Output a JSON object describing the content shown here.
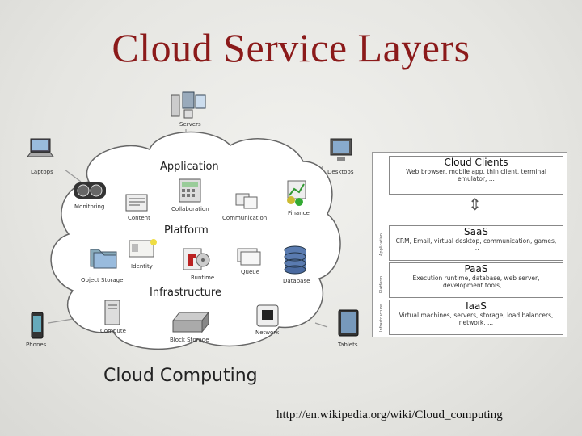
{
  "title": "Cloud Service Layers",
  "footer_title": "Cloud Computing",
  "url": "http://en.wikipedia.org/wiki/Cloud_computing",
  "devices": {
    "servers": "Servers",
    "laptops": "Laptops",
    "desktops": "Desktops",
    "phones": "Phones",
    "tablets": "Tablets"
  },
  "sections": {
    "application": "Application",
    "platform": "Platform",
    "infrastructure": "Infrastructure"
  },
  "items": {
    "monitoring": "Monitoring",
    "content": "Content",
    "collaboration": "Collaboration",
    "communication": "Communication",
    "finance": "Finance",
    "object_storage": "Object Storage",
    "identity": "Identity",
    "runtime": "Runtime",
    "queue": "Queue",
    "database": "Database",
    "compute": "Compute",
    "block_storage": "Block Storage",
    "network": "Network"
  },
  "stack": {
    "clients": {
      "title": "Cloud Clients",
      "desc": "Web browser, mobile app, thin client, terminal emulator, ..."
    },
    "saas": {
      "title": "SaaS",
      "desc": "CRM, Email, virtual desktop, communication, games, ..."
    },
    "paas": {
      "title": "PaaS",
      "desc": "Execution runtime, database, web server, development tools, ..."
    },
    "iaas": {
      "title": "IaaS",
      "desc": "Virtual machines, servers, storage, load balancers, network, ..."
    },
    "side_application": "Application",
    "side_platform": "Platform",
    "side_infrastructure": "Infrastructure"
  }
}
